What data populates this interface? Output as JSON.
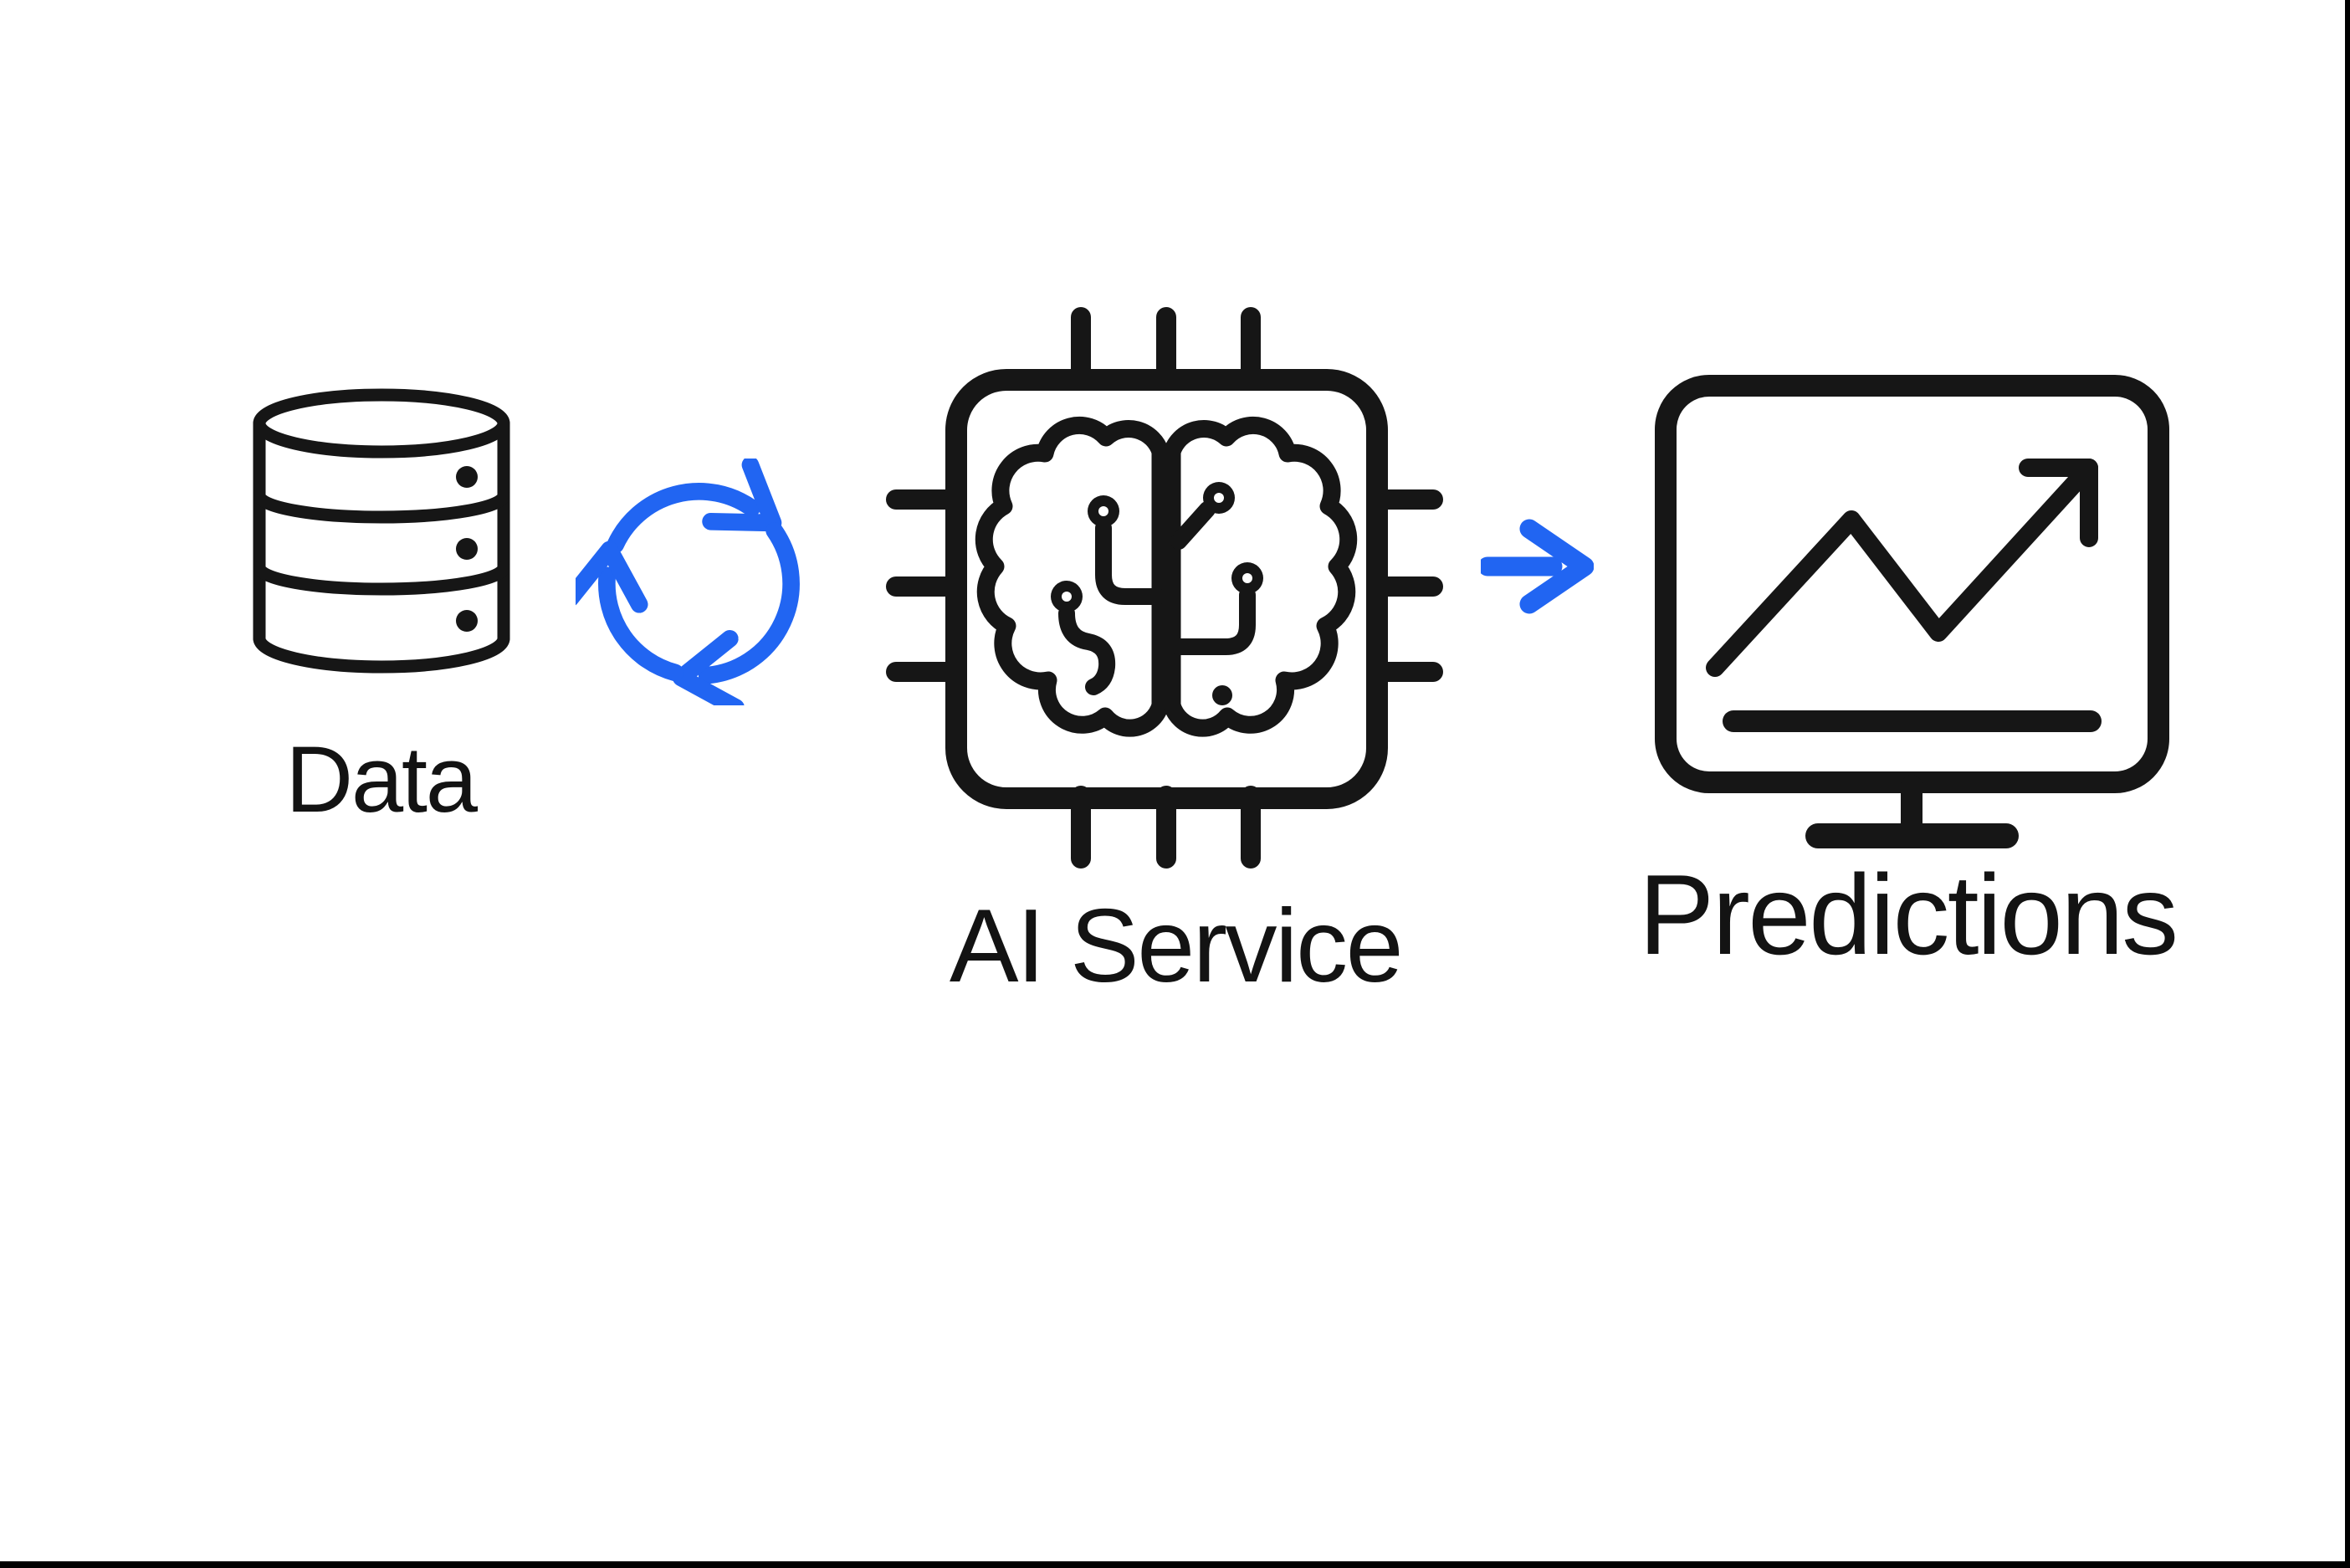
{
  "page": {
    "background": "#ffffff",
    "edge_border_color": "#000000"
  },
  "palette": {
    "ink": "#161616",
    "accent": "#2165f2",
    "text": "#131313"
  },
  "flow": {
    "nodes": [
      {
        "label": "Data",
        "icon": "database-icon"
      },
      {
        "label": "AI Service",
        "icon": "ai-chip-brain-icon"
      },
      {
        "label": "Predictions",
        "icon": "monitor-trend-chart-icon"
      }
    ],
    "connectors": [
      {
        "icon": "sync-cycle-arrows-icon",
        "between": [
          "Data",
          "AI Service"
        ]
      },
      {
        "icon": "arrow-right-icon",
        "between": [
          "AI Service",
          "Predictions"
        ]
      }
    ]
  }
}
